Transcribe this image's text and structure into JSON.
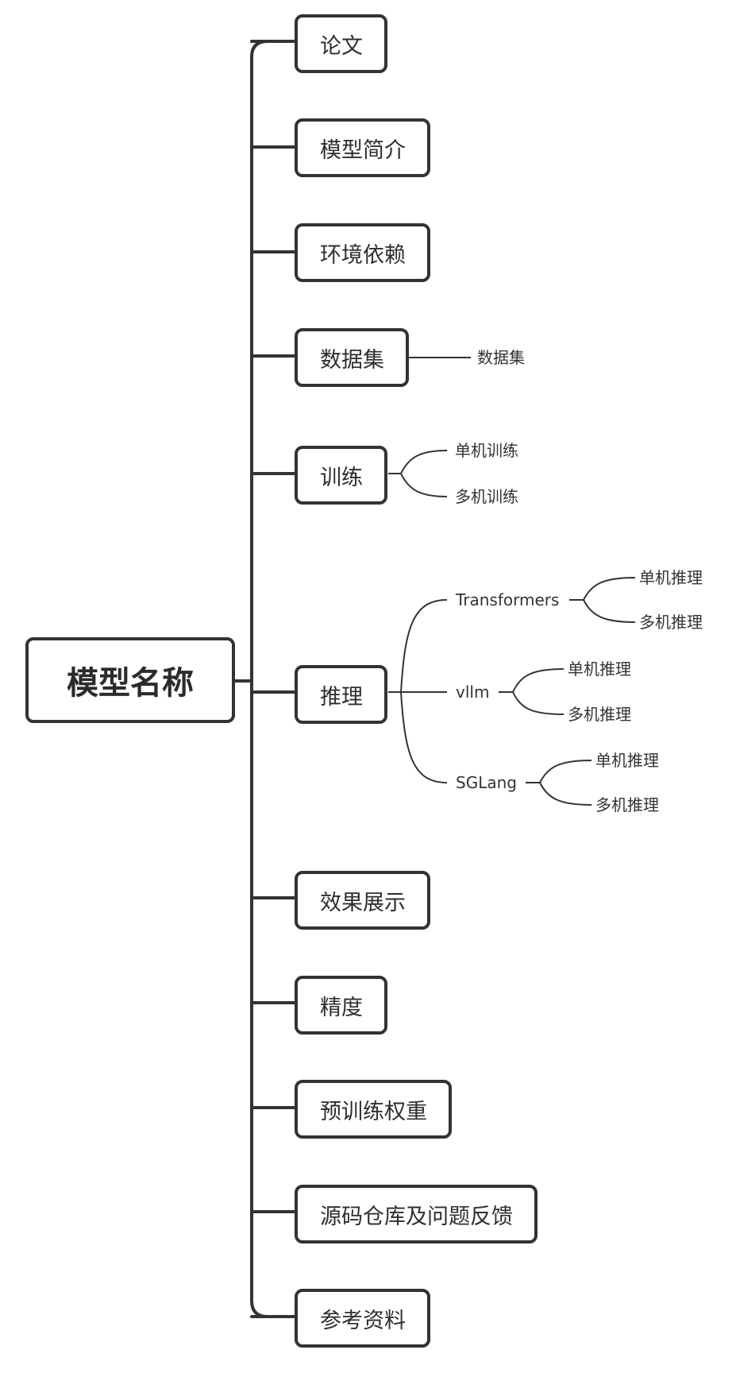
{
  "root": {
    "label": "模型名称"
  },
  "branches": [
    {
      "label": "论文"
    },
    {
      "label": "模型简介"
    },
    {
      "label": "环境依赖"
    },
    {
      "label": "数据集",
      "children": [
        "数据集"
      ]
    },
    {
      "label": "训练",
      "children": [
        "单机训练",
        "多机训练"
      ]
    },
    {
      "label": "推理",
      "children": [
        {
          "label": "Transformers",
          "children": [
            "单机推理",
            "多机推理"
          ]
        },
        {
          "label": "vllm",
          "children": [
            "单机推理",
            "多机推理"
          ]
        },
        {
          "label": "SGLang",
          "children": [
            "单机推理",
            "多机推理"
          ]
        }
      ]
    },
    {
      "label": "效果展示"
    },
    {
      "label": "精度"
    },
    {
      "label": "预训练权重"
    },
    {
      "label": "源码仓库及问题反馈"
    },
    {
      "label": "参考资料"
    }
  ],
  "colors": {
    "line": "#333333",
    "border": "#333333",
    "text": "#333333",
    "background": "#ffffff"
  }
}
